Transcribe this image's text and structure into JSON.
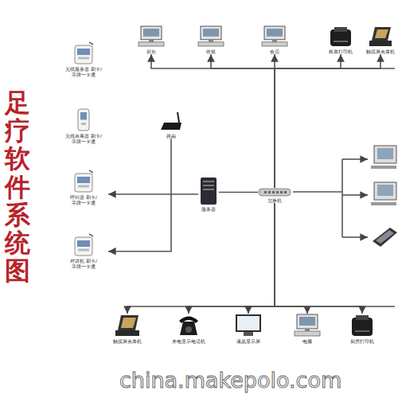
{
  "diagram": {
    "title": "足疗软件系统图",
    "nodes": [
      {
        "text": [
          "无线服务器 刷卡/手牌一卡通"
        ]
      },
      {
        "text": [
          "无线点菜器 刷卡/手牌一卡通"
        ]
      },
      {
        "text": [
          "呼叫器 刷卡/手牌一卡通"
        ]
      },
      {
        "text": [
          "对讲机 刷卡/手牌一卡通"
        ]
      },
      {
        "text": [
          "路由"
        ]
      },
      {
        "text": [
          "服务器"
        ]
      },
      {
        "text": [
          "交换机"
        ]
      },
      {
        "text": [
          "前台"
        ]
      },
      {
        "text": [
          "收银"
        ]
      },
      {
        "text": [
          "会员"
        ]
      },
      {
        "text": [
          "账单打印机"
        ]
      },
      {
        "text": [
          "触摸屏点单机"
        ]
      },
      {
        "text": [
          "触摸屏点单机"
        ]
      },
      {
        "text": [
          "来电显示电话机"
        ]
      },
      {
        "text": [
          "液晶显示屏"
        ]
      },
      {
        "text": [
          "电脑"
        ]
      },
      {
        "text": [
          "厨房打印机"
        ]
      }
    ],
    "edges": [
      {
        "from": 5,
        "to": 2,
        "arrow": "to"
      },
      {
        "from": 4,
        "to": 3,
        "arrow": "to"
      },
      {
        "from": 5,
        "to": 6,
        "arrow": "none"
      },
      {
        "from": 6,
        "to": 7,
        "arrow": "to"
      },
      {
        "from": 6,
        "to": 8,
        "arrow": "to"
      },
      {
        "from": 6,
        "to": 9,
        "arrow": "to"
      },
      {
        "from": 6,
        "to": 10,
        "arrow": "to"
      },
      {
        "from": 6,
        "to": 11,
        "arrow": "to"
      },
      {
        "from": 6,
        "to": 12,
        "arrow": "to"
      },
      {
        "from": 6,
        "to": 13,
        "arrow": "to"
      },
      {
        "from": 6,
        "to": 14,
        "arrow": "to"
      },
      {
        "from": 6,
        "to": 15,
        "arrow": "to"
      },
      {
        "from": 6,
        "to": 16,
        "arrow": "to"
      }
    ],
    "labels": [
      "china.makepolo.com"
    ]
  }
}
